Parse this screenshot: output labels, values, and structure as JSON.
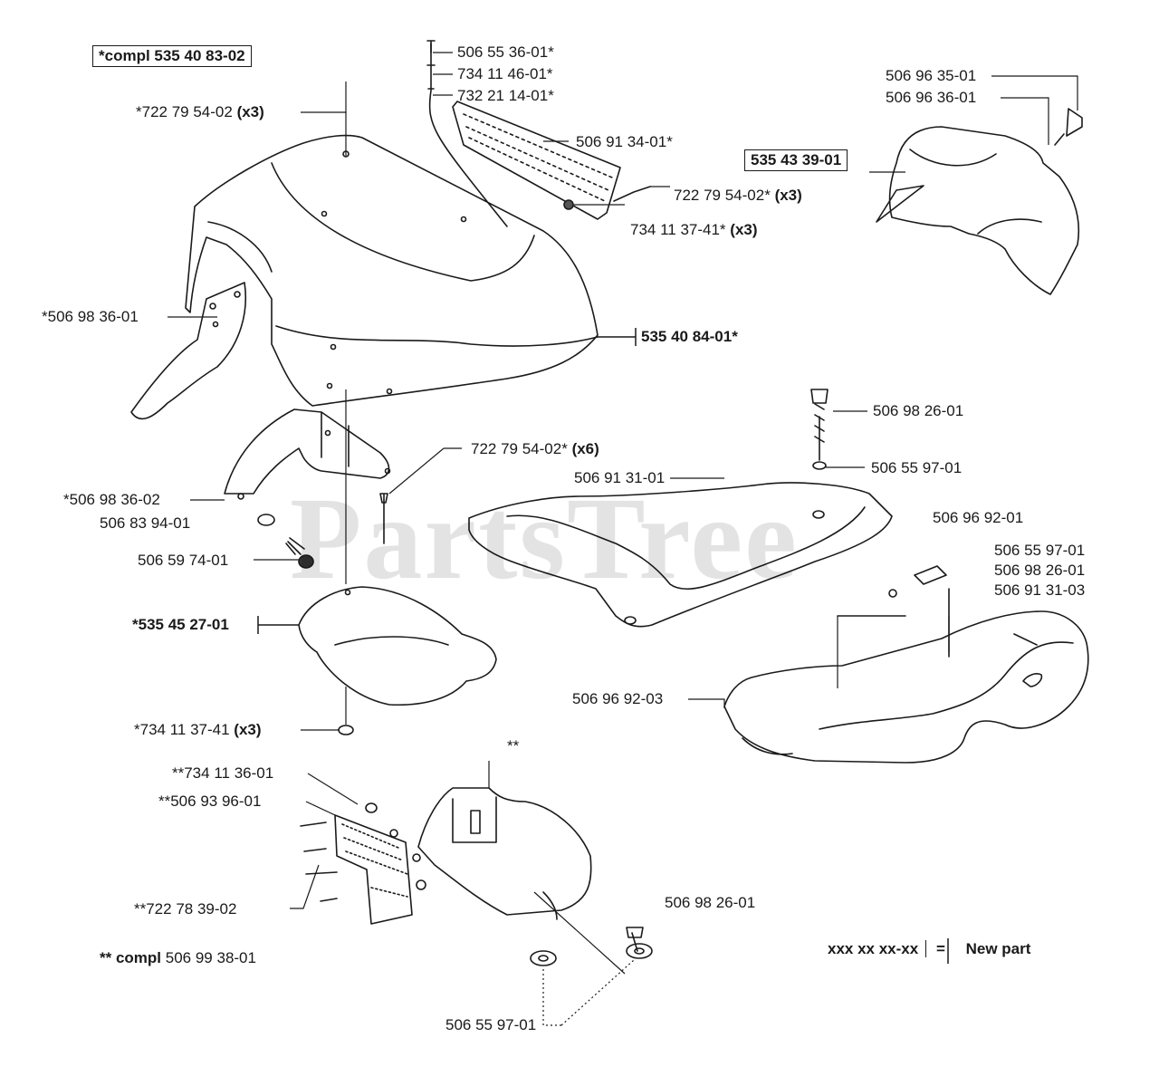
{
  "diagram": {
    "watermark": "PartsTree",
    "legend": {
      "sample": "xxx xx xx-xx",
      "equals": "=",
      "meaning": "New part"
    },
    "labels": {
      "compl_535_40_83_02": "*compl 535 40 83-02",
      "p_722_79_54_02_x3_a_num": "*722 79 54-02",
      "p_722_79_54_02_x3_a_qty": "(x3)",
      "p_506_55_36_01": "506 55 36-01*",
      "p_734_11_46_01": "734 11 46-01*",
      "p_732_21_14_01": "732 21 14-01*",
      "p_506_91_34_01": "506 91 34-01*",
      "p_722_79_54_02_x3_b_num": "722 79 54-02*",
      "p_722_79_54_02_x3_b_qty": "(x3)",
      "p_734_11_37_41_x3_a_num": "734 11 37-41*",
      "p_734_11_37_41_x3_a_qty": "(x3)",
      "p_506_96_35_01": "506 96 35-01",
      "p_506_96_36_01": "506 96 36-01",
      "p_535_43_39_01": "535 43 39-01",
      "p_506_98_36_01": "*506 98 36-01",
      "p_535_40_84_01": "535 40 84-01*",
      "p_506_98_26_01_a": "506 98 26-01",
      "p_506_55_97_01_a": "506 55 97-01",
      "p_722_79_54_02_x6_num": "722 79 54-02*",
      "p_722_79_54_02_x6_qty": "(x6)",
      "p_506_91_31_01": "506 91 31-01",
      "p_506_98_36_02": "*506 98 36-02",
      "p_506_83_94_01": "506 83 94-01",
      "p_506_96_92_01": "506 96 92-01",
      "p_506_59_74_01": "506 59 74-01",
      "p_506_55_97_01_b": "506 55 97-01",
      "p_506_98_26_01_b": "506 98 26-01",
      "p_506_91_31_03": "506 91 31-03",
      "p_535_45_27_01": "*535 45 27-01",
      "p_506_96_92_03": "506 96 92-03",
      "p_734_11_37_41_x3_b_num": "*734 11 37-41",
      "p_734_11_37_41_x3_b_qty": "(x3)",
      "double_star": "**",
      "p_734_11_36_01": "**734 11 36-01",
      "p_506_93_96_01": "**506 93 96-01",
      "p_722_78_39_02": "**722 78 39-02",
      "p_506_98_26_01_c": "506 98 26-01",
      "compl_506_99_38_01_prefix": "** compl",
      "compl_506_99_38_01_num": "506 99 38-01",
      "p_506_55_97_01_c": "506 55 97-01"
    }
  }
}
